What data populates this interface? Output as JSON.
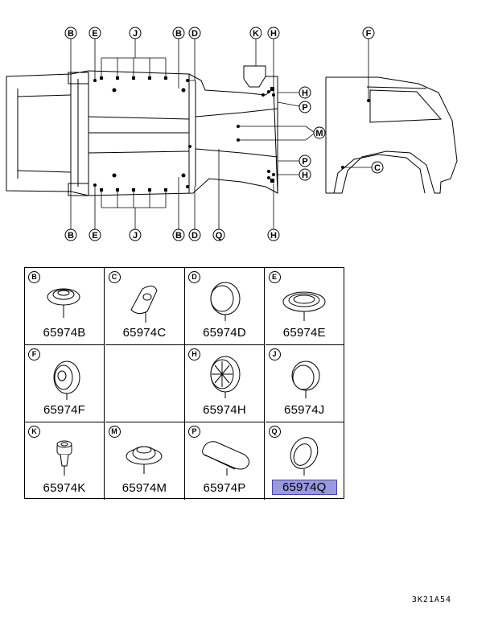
{
  "diagram": {
    "callouts": {
      "B": "B",
      "C": "C",
      "D": "D",
      "E": "E",
      "F": "F",
      "H": "H",
      "J": "J",
      "K": "K",
      "M": "M",
      "P": "P",
      "Q": "Q"
    }
  },
  "parts": [
    {
      "letter": "B",
      "number": "65974B",
      "highlighted": false
    },
    {
      "letter": "C",
      "number": "65974C",
      "highlighted": false
    },
    {
      "letter": "D",
      "number": "65974D",
      "highlighted": false
    },
    {
      "letter": "E",
      "number": "65974E",
      "highlighted": false
    },
    {
      "letter": "F",
      "number": "65974F",
      "highlighted": false
    },
    {
      "letter": "",
      "number": "",
      "highlighted": false
    },
    {
      "letter": "H",
      "number": "65974H",
      "highlighted": false
    },
    {
      "letter": "J",
      "number": "65974J",
      "highlighted": false
    },
    {
      "letter": "K",
      "number": "65974K",
      "highlighted": false
    },
    {
      "letter": "M",
      "number": "65974M",
      "highlighted": false
    },
    {
      "letter": "P",
      "number": "65974P",
      "highlighted": false
    },
    {
      "letter": "Q",
      "number": "65974Q",
      "highlighted": true
    }
  ],
  "highlight_color": "#9999dd",
  "diagram_code": "3K21A54"
}
